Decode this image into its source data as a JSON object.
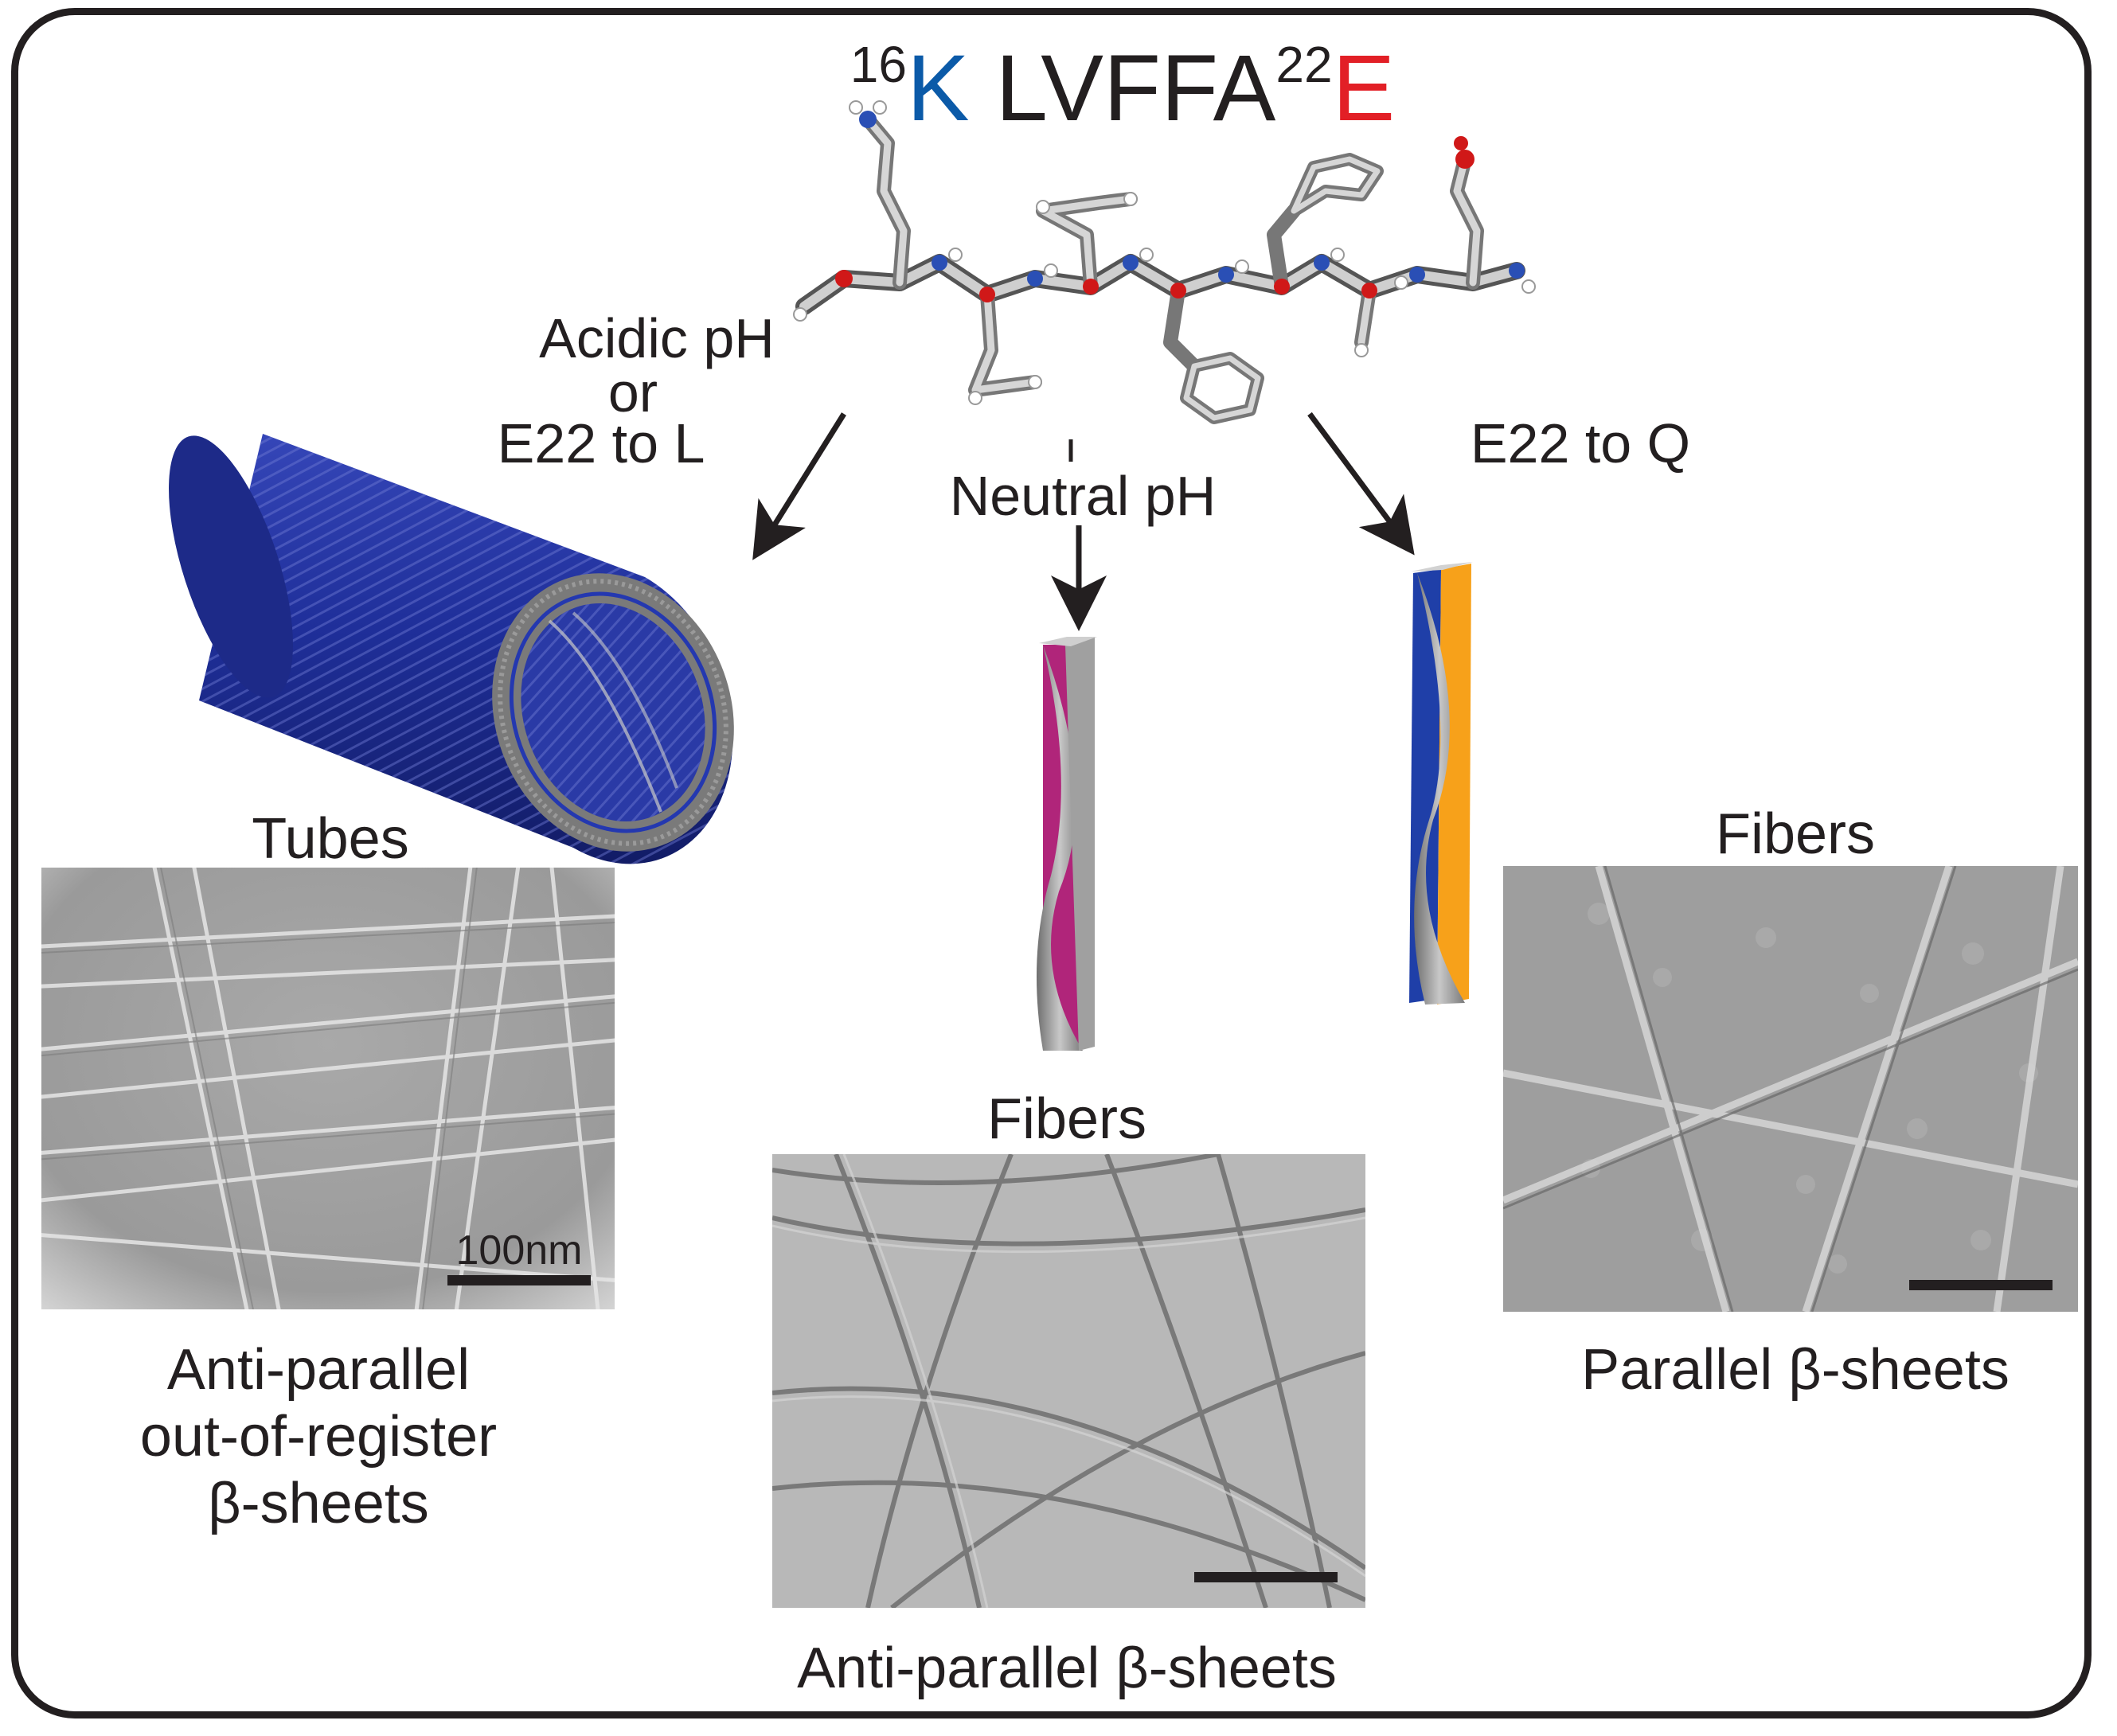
{
  "title": {
    "first_residue_number": "16",
    "first_residue": "K",
    "middle_sequence": "LVFFA",
    "last_residue_number": "22",
    "last_residue": "E",
    "colors": {
      "lysine": "#0b5aa8",
      "glutamate": "#e21f26",
      "text": "#231f20"
    }
  },
  "conditions": {
    "left": {
      "line1": "Acidic pH",
      "line2": "or",
      "line3": "E22 to L"
    },
    "middle": "Neutral pH",
    "right": "E22 to Q"
  },
  "panels": {
    "tubes": {
      "heading": "Tubes",
      "scale_bar_label": "100nm",
      "caption": {
        "line1": "Anti-parallel",
        "line2": "out-of-register",
        "line3": "β-sheets"
      }
    },
    "neutral_fibers": {
      "heading": "Fibers",
      "caption": "Anti-parallel β-sheets"
    },
    "parallel_fibers": {
      "heading": "Fibers",
      "caption": "Parallel β-sheets"
    }
  },
  "colors": {
    "tube_blue": "#1f2f9a",
    "tube_gray": "#8a8a8a",
    "fiber_magenta": "#b0257a",
    "fiber_blue": "#1f3fa8",
    "fiber_orange": "#f7a11a",
    "fiber_gray": "#a7a7a7"
  }
}
